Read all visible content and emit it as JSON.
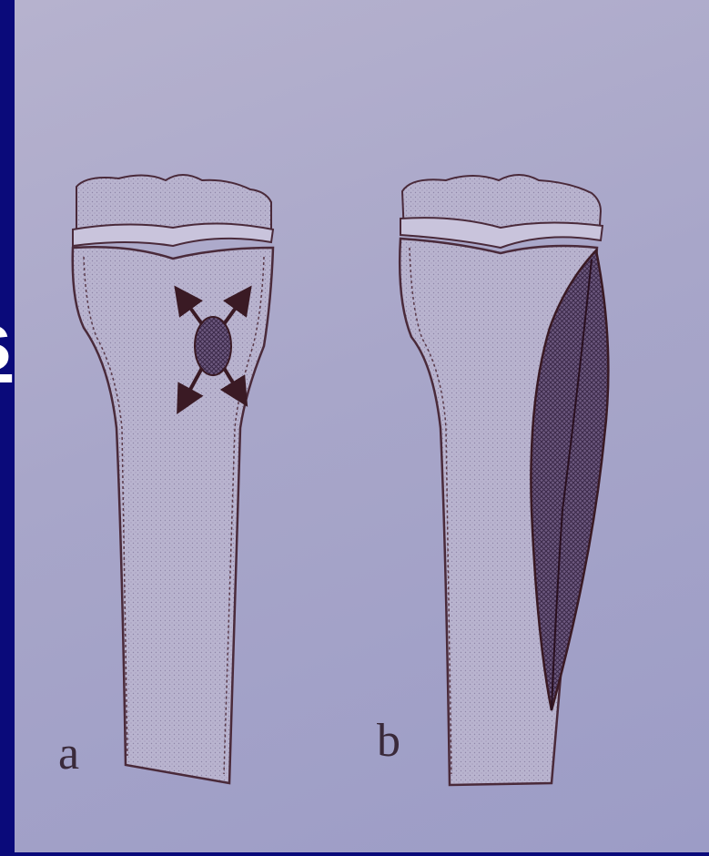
{
  "slide": {
    "title_fragment": "s",
    "background_color": "#0a0a7a"
  },
  "figure": {
    "panel_a": {
      "label": "a"
    },
    "panel_b": {
      "label": "b"
    }
  }
}
